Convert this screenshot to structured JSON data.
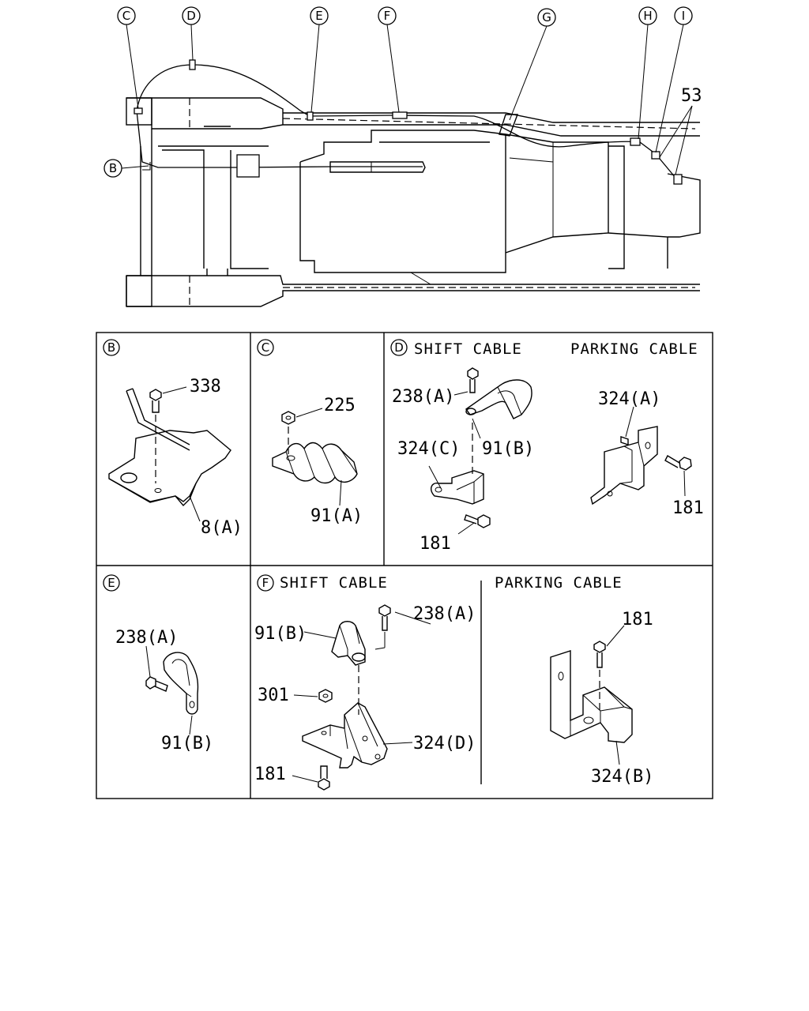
{
  "overview": {
    "callouts": [
      "C",
      "D",
      "E",
      "F",
      "G",
      "H",
      "I",
      "B"
    ],
    "part_53": "53"
  },
  "panels": {
    "B": {
      "letter": "B",
      "parts": [
        "338",
        "8(A)"
      ]
    },
    "C": {
      "letter": "C",
      "parts": [
        "225",
        "91(A)"
      ]
    },
    "D": {
      "letter": "D",
      "title_left": "SHIFT CABLE",
      "title_right": "PARKING CABLE",
      "parts": [
        "238(A)",
        "91(B)",
        "324(C)",
        "181",
        "324(A)",
        "181"
      ]
    },
    "E": {
      "letter": "E",
      "parts": [
        "238(A)",
        "91(B)"
      ]
    },
    "F": {
      "letter": "F",
      "title_left": "SHIFT CABLE",
      "title_right": "PARKING CABLE",
      "parts": [
        "91(B)",
        "238(A)",
        "301",
        "324(D)",
        "181",
        "181",
        "324(B)"
      ]
    }
  }
}
